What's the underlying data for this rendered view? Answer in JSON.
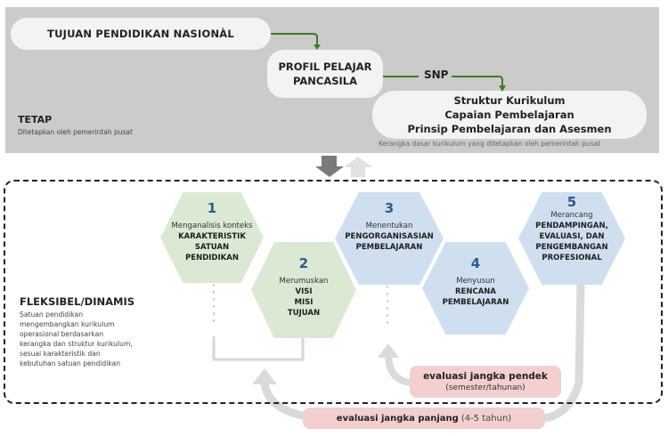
{
  "top_section": {
    "tujuan": "TUJUAN PENDIDIKAN NASIONÀL",
    "profil": [
      "PROFIL PELAJAR",
      "PANCASILA"
    ],
    "snp": "SNP",
    "struktur": [
      "Struktur Kurikulum",
      "Capaian Pembelajaran",
      "Prinsip Pembelajaran dan Asesmen"
    ],
    "kerangka_note": "Kerangka dasar kurikulum yang ditetapkan oleh pemerintah pusat",
    "tetap_title": "TETAP",
    "tetap_sub": "Ditetapkan oleh pemerintah pusat"
  },
  "bottom_section": {
    "title": "FLEKSIBEL/DINAMIS",
    "description": "Satuan pendidikan mengembangkan kurikulum operasional berdasarkan kerangka dan struktur kurikulum, sesuai karakteristik dan kebutuhan satuan pendidikan",
    "steps": [
      {
        "num": "1",
        "verb": "Menganalisis konteks",
        "object": [
          "KARAKTERISTIK",
          "SATUAN",
          "PENDIDIKAN"
        ],
        "color": "green"
      },
      {
        "num": "2",
        "verb": "Merumuskan",
        "object": [
          "VISI",
          "MISI",
          "TUJUAN"
        ],
        "color": "green"
      },
      {
        "num": "3",
        "verb": "Menentukan",
        "object": [
          "PENGORGANISASIAN",
          "PEMBELAJARAN"
        ],
        "color": "blue"
      },
      {
        "num": "4",
        "verb": "Menyusun",
        "object": [
          "RENCANA",
          "PEMBELAJARAN"
        ],
        "color": "blue"
      },
      {
        "num": "5",
        "verb": "Merancang",
        "object": [
          "PENDAMPINGAN,",
          "EVALUASI, DAN",
          "PENGEMBANGAN",
          "PROFESIONAL"
        ],
        "color": "blue"
      }
    ],
    "eval_short": {
      "title": "evaluasi jangka pendek",
      "period": "(semester/tahunan)"
    },
    "eval_long": {
      "title": "evaluasi jangka panjang",
      "period": "(4-5 tahun)"
    }
  },
  "colors": {
    "top_panel": "#cbcbcb",
    "pill": "#f3f3f3",
    "arrow_green": "#3f7a2c",
    "hex_green": "#dbe8d3",
    "hex_blue": "#cfdff0",
    "eval_pink": "#f3cfcf",
    "step_number": "#2e5c8e"
  }
}
